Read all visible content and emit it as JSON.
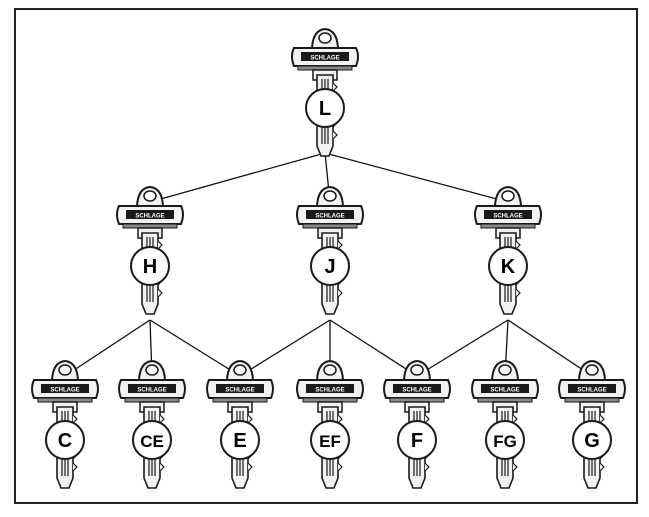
{
  "diagram": {
    "levels": [
      {
        "tier": "top",
        "keys": [
          "L"
        ]
      },
      {
        "tier": "middle",
        "keys": [
          "H",
          "J",
          "K"
        ]
      },
      {
        "tier": "bottom",
        "keys": [
          "C",
          "CE",
          "E",
          "EF",
          "F",
          "FG",
          "G"
        ]
      }
    ],
    "connections": [
      [
        "L",
        "H"
      ],
      [
        "L",
        "J"
      ],
      [
        "L",
        "K"
      ],
      [
        "H",
        "C"
      ],
      [
        "H",
        "CE"
      ],
      [
        "H",
        "E"
      ],
      [
        "J",
        "E"
      ],
      [
        "J",
        "EF"
      ],
      [
        "J",
        "F"
      ],
      [
        "K",
        "F"
      ],
      [
        "K",
        "FG"
      ],
      [
        "K",
        "G"
      ]
    ],
    "key_head_text": "SCHLAGE",
    "colors": {
      "line": "#111111",
      "key_fill": "#f2f2f2",
      "key_dark": "#1a1a1a",
      "circle_fill": "#ffffff"
    }
  }
}
